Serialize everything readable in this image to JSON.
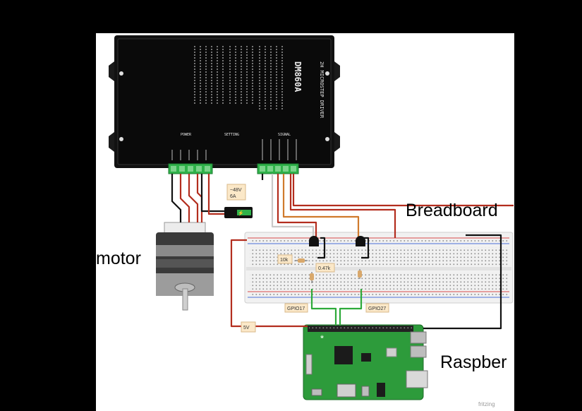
{
  "labels": {
    "motor": "motor",
    "breadboard": "Breadboard",
    "raspberry": "Raspber"
  },
  "driver": {
    "model": "DM860A",
    "subtitle": "2H MICROSTEP DRIVER",
    "sections": [
      "POWER",
      "SETTING",
      "SIGNAL"
    ]
  },
  "tags": {
    "psu": [
      "~48V",
      "6A"
    ],
    "r1": "10k",
    "r2": "0.47k",
    "gpio17": "GPIO17",
    "gpio27": "GPIO27",
    "five_v": "5V"
  },
  "watermark": "fritzing",
  "colors": {
    "wire_red": "#b32d1e",
    "wire_orange": "#d07a2c",
    "wire_green": "#2eaa3a",
    "wire_black": "#111111",
    "terminal_green": "#2fb24a",
    "pcb_green": "#2d9b3b"
  }
}
